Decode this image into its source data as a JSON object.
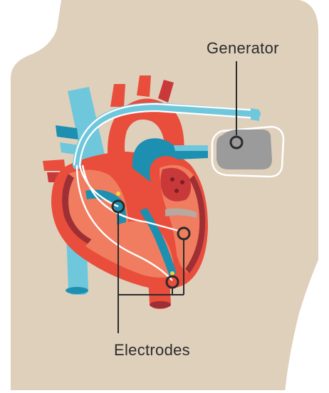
{
  "labels": {
    "generator": "Generator",
    "electrodes": "Electrodes"
  },
  "colors": {
    "background": "#ffffff",
    "skin": "#dfd0bc",
    "heart_outer": "#e94d3b",
    "heart_inner": "#f07d5f",
    "heart_dark": "#c9393a",
    "heart_shadow": "#9d2f35",
    "vein_blue": "#6fc7dc",
    "vein_dark_blue": "#1d8fb0",
    "lead_wire": "#ffffff",
    "generator_device": "#9b9b9b",
    "electrode_ring": "#2b2b2b",
    "electrode_tip": "#f2d43c"
  },
  "diagram": {
    "components": [
      "torso-silhouette",
      "heart",
      "vena-cava",
      "aorta",
      "pulmonary-artery",
      "pacemaker-generator",
      "pacemaker-leads",
      "electrodes"
    ]
  }
}
